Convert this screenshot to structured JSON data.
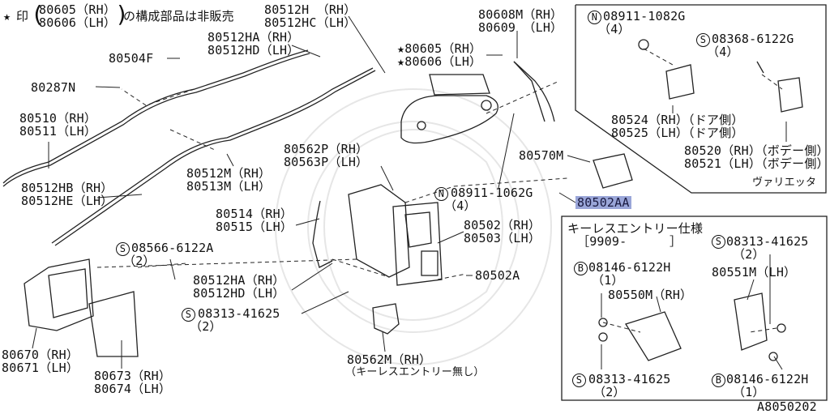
{
  "note": {
    "star": "★",
    "prefix": "印",
    "line1": "80605（RH）",
    "line2": "80606（LH）",
    "suffix": "の構成部品は非販売"
  },
  "labels": {
    "p80512h": "80512H （RH）",
    "p80512hc": "80512HC（LH）",
    "p80608m": "80608M（RH）",
    "p80609": "80609 （LH）",
    "p80605": "★80605（RH）",
    "p80606": "★80606（LH）",
    "p80512ha_top": "80512HA（RH）",
    "p80512hd_top": "80512HD（LH）",
    "p80504f": "80504F",
    "p80287n": "80287N",
    "p80510": "80510（RH）",
    "p80511": "80511（LH）",
    "p80512hb": "80512HB（RH）",
    "p80512he": "80512HE（LH）",
    "p80512m": "80512M（RH）",
    "p80513m": "80513M（LH）",
    "p80562p": "80562P（RH）",
    "p80563p": "80563P（LH）",
    "p80514": "80514（RH）",
    "p80515": "80515（LH）",
    "p08566": "08566-6122A",
    "p08566_qty": "（2）",
    "p80512ha_bot": "80512HA（RH）",
    "p80512hd_bot": "80512HD（LH）",
    "p08313_left": "08313-41625",
    "p08313_left_qty": "（2）",
    "p08911_mid": "08911-1062G",
    "p08911_mid_qty": "（4）",
    "p80502": "80502（RH）",
    "p80503": "80503（LH）",
    "p80502a_mid": "80502A",
    "p80570m": "80570M",
    "p80502aa": "80502AA",
    "p80670": "80670（RH）",
    "p80671": "80671（LH）",
    "p80673": "80673（RH）",
    "p80674": "80674（LH）",
    "p80562m": "80562M（RH）",
    "p80562m_note": "（キーレスエントリー無し）",
    "code": "A8050202"
  },
  "inset_top": {
    "n_label": "08911-1082G",
    "n_qty": "（4）",
    "s_label": "08368-6122G",
    "s_qty": "（4）",
    "p80524": "80524（RH）（ドア側）",
    "p80525": "80525（LH）（ドア側）",
    "p80520": "80520（RH）（ボデー側）",
    "p80521": "80521（LH）（ボデー側）",
    "variant": "ヴァリエッタ"
  },
  "inset_bottom": {
    "title": "キーレスエントリー仕様",
    "range_start": "［9909-",
    "range_end": "］",
    "b1_label": "08146-6122H",
    "b1_qty": "（1）",
    "p80550m": "80550M（RH）",
    "s1_label": "08313-41625",
    "s1_qty": "（2）",
    "s2_label": "08313-41625",
    "s2_qty": "（2）",
    "p80551m": "80551M（LH）",
    "b2_label": "08146-6122H",
    "b2_qty": "（1）"
  },
  "symbols": {
    "n": "N",
    "s": "S",
    "b": "B"
  }
}
